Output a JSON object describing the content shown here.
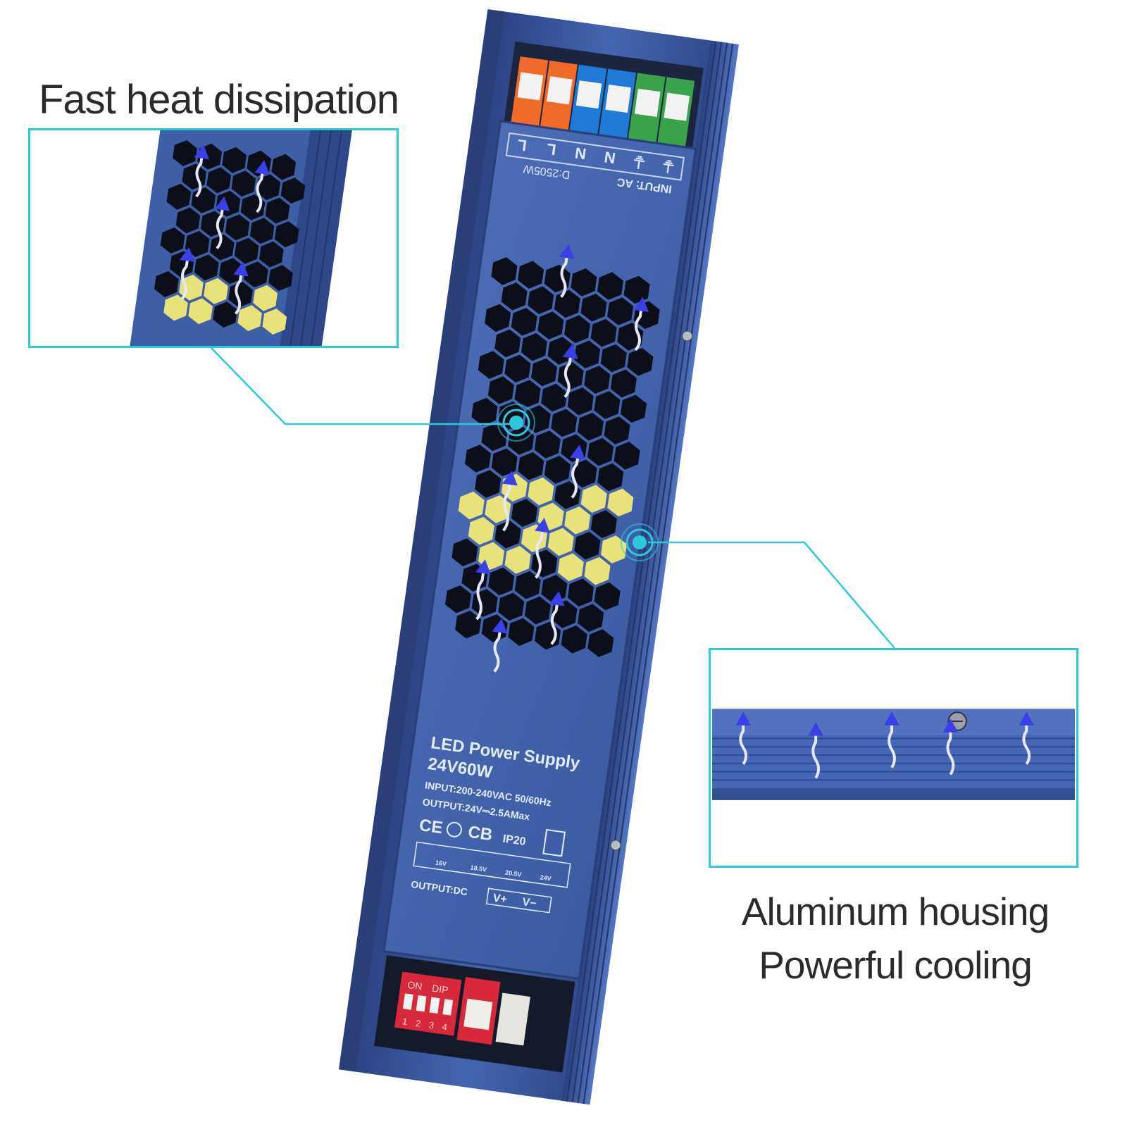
{
  "captions": {
    "heat": "Fast heat dissipation",
    "housing_line1": "Aluminum housing",
    "housing_line2": "Powerful cooling"
  },
  "device": {
    "terminal_labels_top": [
      "L",
      "L",
      "N",
      "N",
      "⏚",
      "⏚"
    ],
    "input_label": "INPUT: AC",
    "model_code": "D:2505W",
    "title": "LED Power Supply",
    "model": "24V60W",
    "input_spec": "INPUT:200-240VAC 50/60Hz",
    "output_spec": "OUTPUT:24V⎓2.5AMax",
    "certs": [
      "CE",
      "CB",
      "IP20"
    ],
    "voltage_options": [
      "16V",
      "18.5V",
      "20.5V",
      "24V"
    ],
    "output_label": "OUTPUT:DC",
    "output_terminals": [
      "V+",
      "V−"
    ],
    "dip_labels": {
      "on": "ON",
      "dip": "DIP",
      "numbers": [
        "1",
        "2",
        "3",
        "4"
      ]
    }
  },
  "colors": {
    "housing": "#3e5fa6",
    "housing_dark": "#2a3f78",
    "callout": "#2ec8dd",
    "arrow": "#3b3fe6",
    "terminal_orange": "#f06b2a",
    "terminal_blue": "#1f7ad6",
    "terminal_green": "#3aa24a",
    "dip_red": "#d8283c",
    "capacitor_yellow": "#e8e27a"
  }
}
